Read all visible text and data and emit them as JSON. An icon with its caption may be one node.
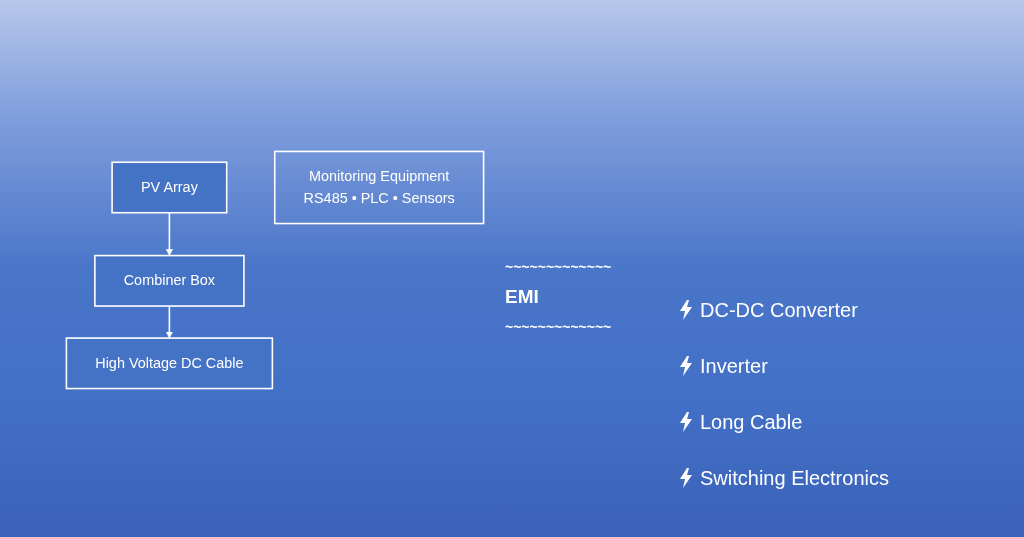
{
  "diagram": {
    "nodes": [
      {
        "text": [
          "PV Array"
        ]
      },
      {
        "text": [
          "Combiner Box"
        ]
      },
      {
        "text": [
          "High Voltage DC Cable"
        ]
      },
      {
        "text": [
          "Monitoring Equipment",
          "RS485 • PLC • Sensors"
        ]
      }
    ],
    "edges": [
      {
        "from": 0,
        "to": 1,
        "arrow": "to"
      },
      {
        "from": 1,
        "to": 2,
        "arrow": "to"
      }
    ],
    "labels": [
      "~~~~~~~~~~~~~",
      "EMI",
      "~~~~~~~~~~~~~",
      "DC-DC Converter",
      "Inverter",
      "Long Cable",
      "Switching Electronics"
    ]
  }
}
